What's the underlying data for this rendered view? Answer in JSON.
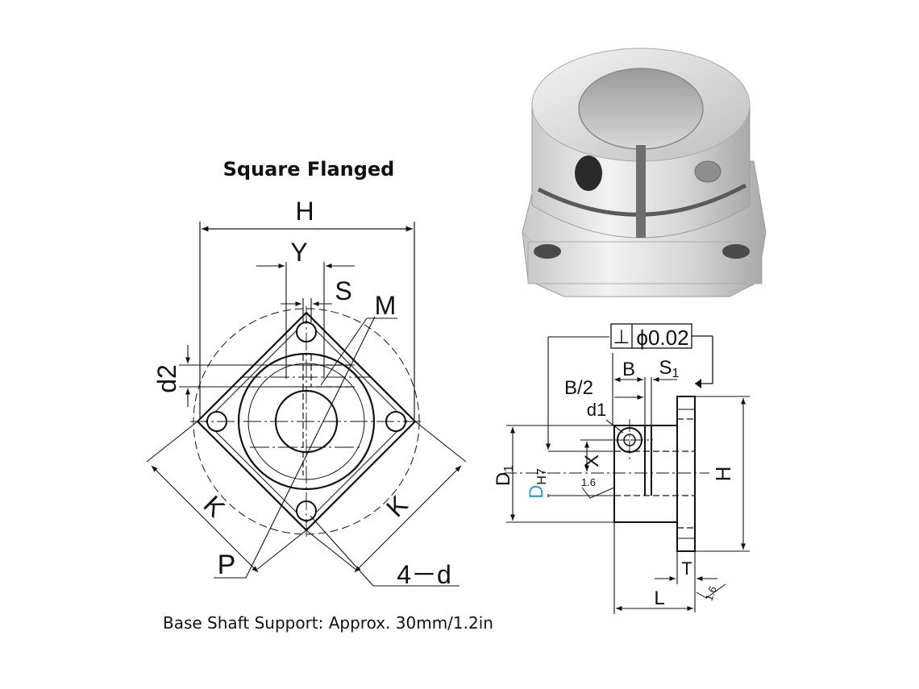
{
  "front_view": {
    "title": "Square Flanged",
    "labels": {
      "H": "H",
      "Y": "Y",
      "S": "S",
      "M": "M",
      "d2": "d2",
      "K_left": "K",
      "K_right": "K",
      "P": "P",
      "hole": "4－d"
    }
  },
  "side_view": {
    "tolerance_symbol": "⊥",
    "tolerance_value": "ϕ0.02",
    "labels": {
      "B": "B",
      "S1_main": "S",
      "S1_sub": "1",
      "B2": "B/2",
      "d1": "d1",
      "D1_main": "D",
      "D1_sub": "1",
      "DH7_main": "D",
      "DH7_sub": "H7",
      "X": "X",
      "rough1": "1.6",
      "H": "H",
      "T": "T",
      "L": "L",
      "rough2": "1.6"
    },
    "colors": {
      "accent": "#1aa3d9"
    }
  },
  "caption": "Base Shaft Support: Approx. 30mm/1.2in"
}
